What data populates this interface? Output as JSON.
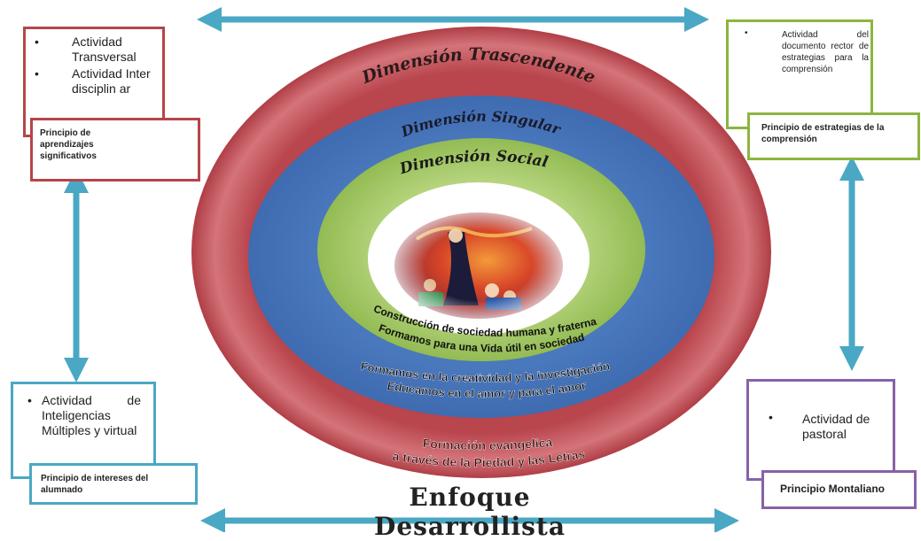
{
  "rings": {
    "outer": {
      "label": "Dimensión Trascendente",
      "color": "#c4585f",
      "bottom_text_1": "Formación evangelica",
      "bottom_text_2": "a través de la Piedad y las Letras"
    },
    "middle": {
      "label": "Dimensión Singular",
      "color": "#4d7ec0",
      "bottom_text_1": "Formamos en la creatividad y la investigación",
      "bottom_text_2": "Educamos en el amor y para el amor"
    },
    "inner": {
      "label": "Dimensión Social",
      "color": "#a6c96a",
      "bottom_text_1": "Construcción de sociedad humana y fraterna",
      "bottom_text_2": "Formamos para una Vida útil en sociedad"
    }
  },
  "boxes": {
    "top_left": {
      "items": [
        "Actividad Transversal",
        "Actividad Interdisciplin ar"
      ],
      "principle": "Principio de aprendizajes significativos"
    },
    "top_right": {
      "item": "Actividad del documento rector de estrategias para la comprensión",
      "principle": "Principio de estrategias de la comprensión"
    },
    "bottom_left": {
      "item": "Actividad de Inteligencias Múltiples y virtual",
      "principle": "Principio de intereses del alumnado"
    },
    "bottom_right": {
      "item": "Actividad de pastoral",
      "principle": "Principio Montaliano"
    }
  },
  "footer": {
    "title": "Enfoque Desarrollista"
  },
  "colors": {
    "arrow": "#4aa8c4",
    "red": "#b5454a",
    "green": "#8cb53f",
    "blue": "#4aa8c4",
    "purple": "#8861a8"
  },
  "center_image": {
    "icon": "religious-painting-image"
  }
}
